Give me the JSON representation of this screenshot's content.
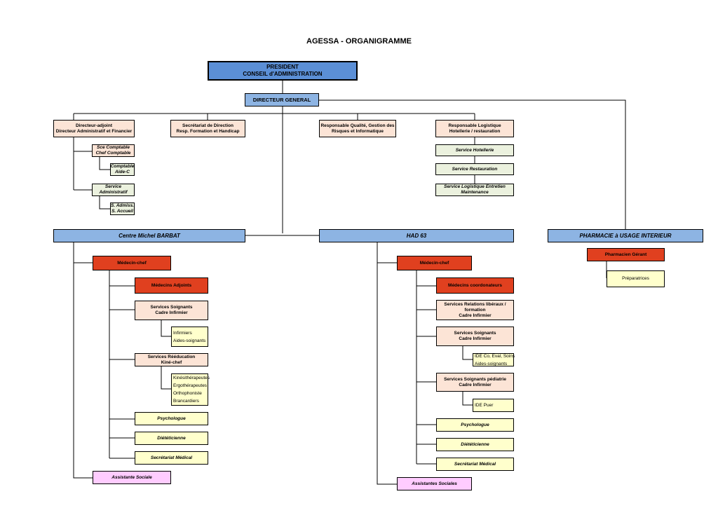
{
  "title": "AGESSA - ORGANIGRAMME",
  "president": [
    "PRESIDENT",
    "CONSEIL d'ADMINISTRATION"
  ],
  "directeur_general": [
    "DIRECTEUR GENERAL"
  ],
  "directeur_adjoint": [
    "Directeur-adjoint",
    "Directeur Administratif et Financier"
  ],
  "secretariat_direction": [
    "Secrétariat de Direction",
    "Resp. Formation et Handicap"
  ],
  "responsable_qualite": [
    "Responsable Qualité, Gestion des",
    "Risques et Informatique"
  ],
  "responsable_logistique": [
    "Responsable Logistique",
    "Hotellerie / restauration"
  ],
  "sce_comptable": [
    "Sce Comptable",
    "Chef Comptable"
  ],
  "comptable": [
    "Comptable",
    "Aide-C"
  ],
  "service_administratif": [
    "Service",
    "Administratif"
  ],
  "s_admiss": [
    "S. Admiss.",
    "S. Accueil"
  ],
  "service_hotellerie": [
    "Service Hotellerie"
  ],
  "service_restauration": [
    "Service Restauration"
  ],
  "service_logistique": [
    "Service Logistique Entretien",
    "Maintenance"
  ],
  "cmb": {
    "head": [
      "Centre Michel BARBAT"
    ],
    "medecin_chef": [
      "Médecin-chef"
    ],
    "medecins_adjoints": [
      "Médecins Adjoints"
    ],
    "services_soignants": [
      "Services Soignants",
      "Cadre Infirmier"
    ],
    "infirmiers": [
      "Infirmiers",
      "Aides-soignants"
    ],
    "services_reeducation": [
      "Services Rééducation",
      "Kiné-chef"
    ],
    "kine_list": [
      "Kinésithérapeutes",
      "Ergothérapeutes",
      "Orthophoniste",
      "Brancardiers"
    ],
    "psychologue": [
      "Psychologue"
    ],
    "dieteticienne": [
      "Diététicienne"
    ],
    "secretariat_medical": [
      "Secrétariat Médical"
    ],
    "assistante_sociale": [
      "Assistante Sociale"
    ]
  },
  "had": {
    "head": [
      "HAD 63"
    ],
    "medecin_chef": [
      "Médecin-chef"
    ],
    "medecins_coordonateurs": [
      "Médecins coordonateurs"
    ],
    "relations_liberaux": [
      "Services Relations libéraux /",
      "formation",
      "Cadre Infirmier"
    ],
    "services_soignants": [
      "Services Soignants",
      "Cadre Infirmier"
    ],
    "ide_co": [
      "IDE Co, Eval, Soins",
      "Aides-soignants"
    ],
    "soignants_pediatrie": [
      "Services Soignants pédiatrie",
      "Cadre Infirmier"
    ],
    "ide_puer": [
      "IDE Puer"
    ],
    "psychologue": [
      "Psychologue"
    ],
    "dieteticienne": [
      "Diététicienne"
    ],
    "secretariat_medical": [
      "Secrétariat Médical"
    ],
    "assistantes_sociales": [
      "Assistantes Sociales"
    ]
  },
  "pharmacie": {
    "head": [
      "PHARMACIE à USAGE INTERIEUR"
    ],
    "pharmacien": [
      "Pharmacien Gérant"
    ],
    "preparatrices": [
      "Préparatrices"
    ]
  },
  "colors": {
    "president": "#5b8fd6",
    "division": "#8db4e3",
    "peach": "#fce4d6",
    "green": "#ebf1de",
    "red": "#e0401f",
    "yellow": "#ffffcc",
    "pink": "#ffccff"
  }
}
